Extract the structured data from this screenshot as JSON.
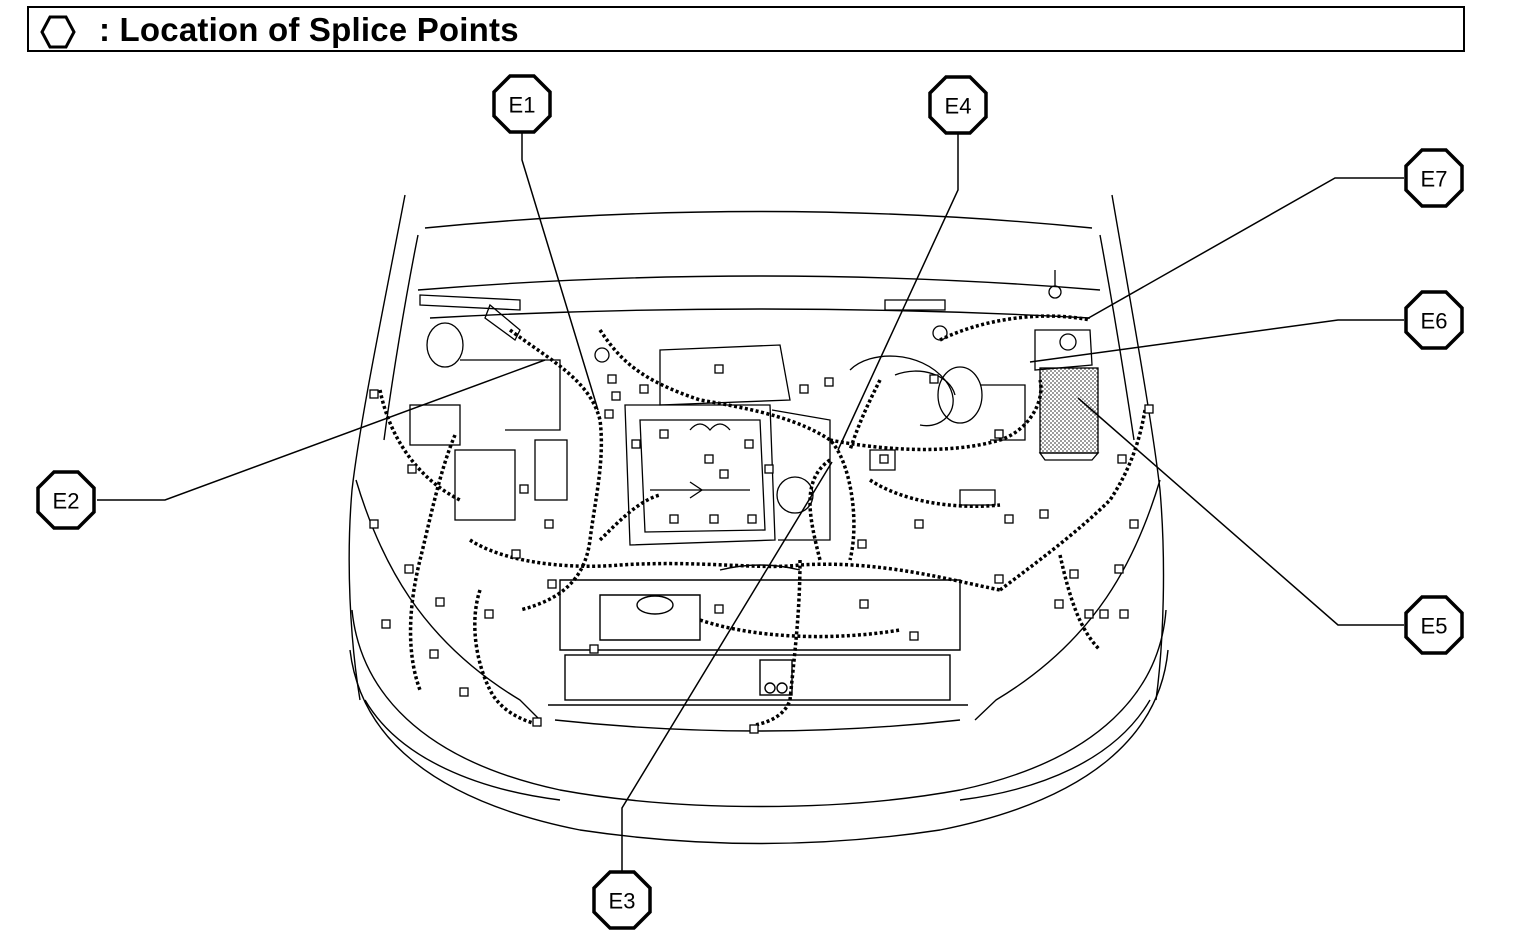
{
  "header": {
    "icon": "hexagon-outline-icon",
    "title": ": Location of Splice Points"
  },
  "callouts": [
    {
      "id": "E1",
      "label": "E1"
    },
    {
      "id": "E2",
      "label": "E2"
    },
    {
      "id": "E3",
      "label": "E3"
    },
    {
      "id": "E4",
      "label": "E4"
    },
    {
      "id": "E5",
      "label": "E5"
    },
    {
      "id": "E6",
      "label": "E6"
    },
    {
      "id": "E7",
      "label": "E7"
    }
  ],
  "colors": {
    "line": "#000000",
    "background": "#ffffff",
    "shading": "#9a9a9a"
  }
}
